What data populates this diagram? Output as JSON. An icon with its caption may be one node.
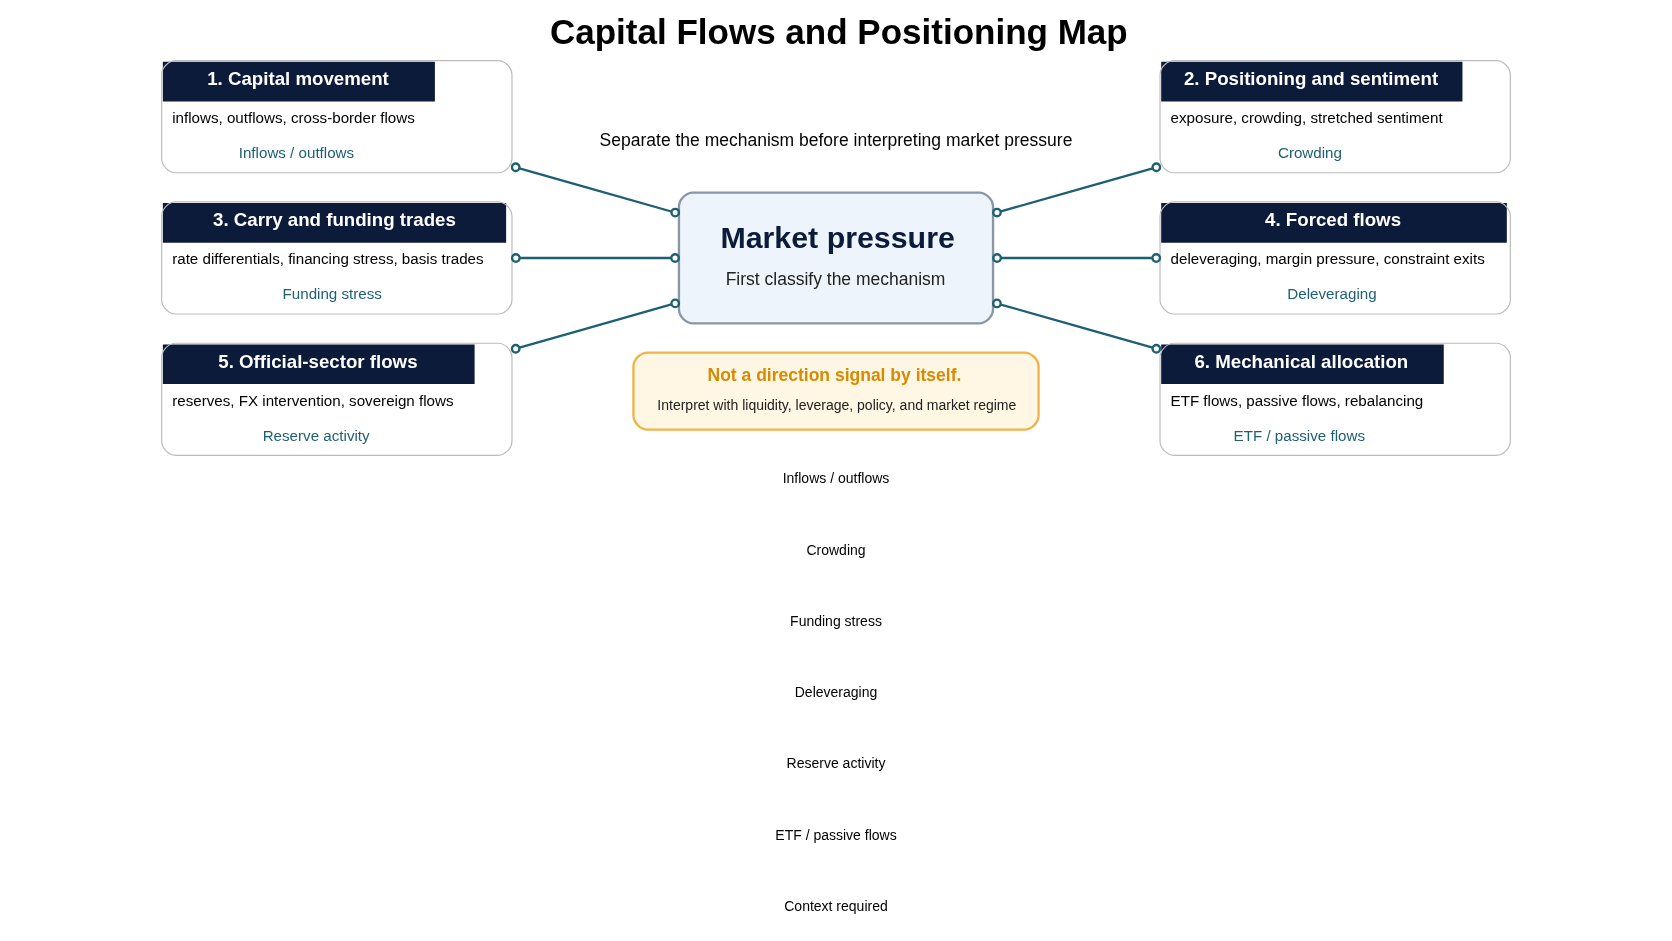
{
  "diagram": {
    "title": "Capital Flows and Positioning Map",
    "nodes": [
      {
        "text": [
          "1. Capital movement",
          "inflows, outflows, cross-border flows",
          "Inflows / outflows"
        ]
      },
      {
        "text": [
          "2. Positioning and sentiment",
          "exposure, crowding, stretched sentiment",
          "Crowding"
        ]
      },
      {
        "text": [
          "3. Carry and funding trades",
          "rate differentials, financing stress, basis trades",
          "Funding stress"
        ]
      },
      {
        "text": [
          "Market pressure",
          "First classify the mechanism"
        ]
      },
      {
        "text": [
          "4. Forced flows",
          "deleveraging, margin pressure, constraint exits",
          "Deleveraging"
        ]
      },
      {
        "text": [
          "5. Official-sector flows",
          "reserves, FX intervention, sovereign flows",
          "Reserve activity"
        ]
      },
      {
        "text": [
          "6. Mechanical allocation",
          "ETF flows, passive flows, rebalancing",
          "ETF / passive flows"
        ]
      },
      {
        "text": [
          "Not a direction signal by itself.",
          "Interpret with liquidity, leverage, policy, and market regime"
        ]
      }
    ],
    "edges": [
      {
        "from": 0,
        "to": 3,
        "arrow": "other"
      },
      {
        "from": 3,
        "to": 1,
        "arrow": "other"
      },
      {
        "from": 2,
        "to": 3,
        "arrow": "other"
      },
      {
        "from": 3,
        "to": 4,
        "arrow": "other"
      },
      {
        "from": 5,
        "to": 3,
        "arrow": "other"
      },
      {
        "from": 3,
        "to": 6,
        "arrow": "other"
      }
    ],
    "labels": [
      "Separate the mechanism before interpreting market pressure"
    ],
    "legend": [
      {
        "text": "Inflows / outflows"
      },
      {
        "text": "Crowding"
      },
      {
        "text": "Funding stress"
      },
      {
        "text": "Deleveraging"
      },
      {
        "text": "Reserve activity"
      },
      {
        "text": "ETF / passive flows"
      },
      {
        "text": "Context required"
      }
    ]
  }
}
